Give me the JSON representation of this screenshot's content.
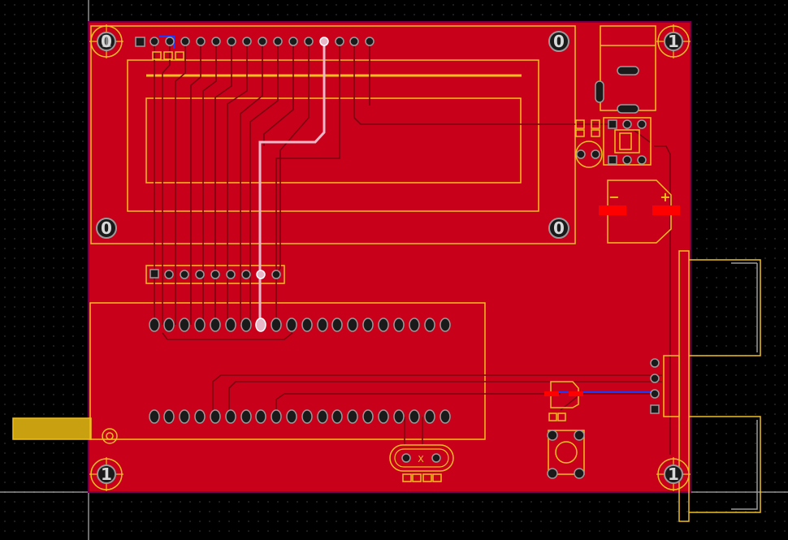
{
  "colors": {
    "background": "#000000",
    "grid_dot": "#3a3a3a",
    "board_fill": "#c8001a",
    "board_outline": "#7a0050",
    "trace_top": "#e0001c",
    "trace_bottom": "#1a3cff",
    "silkscreen": "#f0c020",
    "pad_copper": "#c4c4c4",
    "pad_dark": "#1a1a1a",
    "highlight_trace": "#e8b8c8",
    "smd_pad": "#ff0000",
    "gold_fill": "#c8a010"
  },
  "mounting_holes": {
    "top_left": "0",
    "top_left_layer": "1",
    "top_right_lcd": "0",
    "top_right": "1",
    "mid_left_lcd": "0",
    "mid_right_lcd": "0",
    "bottom_left": "1",
    "bottom_right": "1"
  },
  "component_marks": {
    "crystal": "X",
    "cap_minus": "−",
    "cap_plus": "+"
  }
}
